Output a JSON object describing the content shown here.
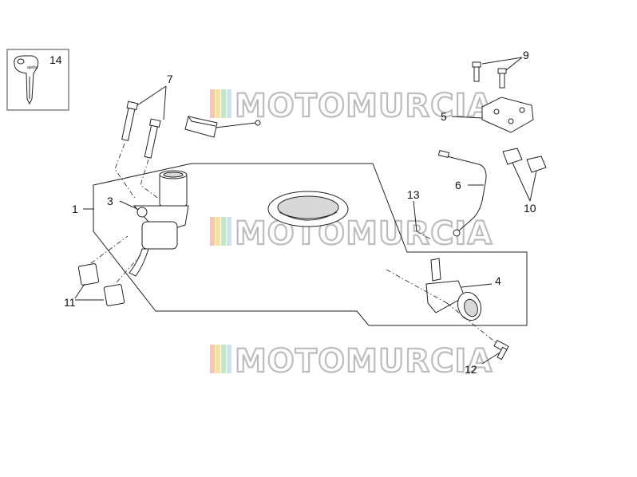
{
  "diagram": {
    "watermark_text": "MOTOMURCIA",
    "watermark_colors": [
      "#f7c3b5",
      "#f6e39a",
      "#c7e6c2",
      "#cfe3ee"
    ],
    "callouts": [
      {
        "id": "1",
        "label": "1"
      },
      {
        "id": "3",
        "label": "3"
      },
      {
        "id": "4",
        "label": "4"
      },
      {
        "id": "5",
        "label": "5"
      },
      {
        "id": "6",
        "label": "6"
      },
      {
        "id": "7",
        "label": "7"
      },
      {
        "id": "9",
        "label": "9"
      },
      {
        "id": "10",
        "label": "10"
      },
      {
        "id": "11",
        "label": "11"
      },
      {
        "id": "12",
        "label": "12"
      },
      {
        "id": "13",
        "label": "13"
      },
      {
        "id": "14",
        "label": "14"
      }
    ],
    "key_logo_text": "aprilia"
  }
}
